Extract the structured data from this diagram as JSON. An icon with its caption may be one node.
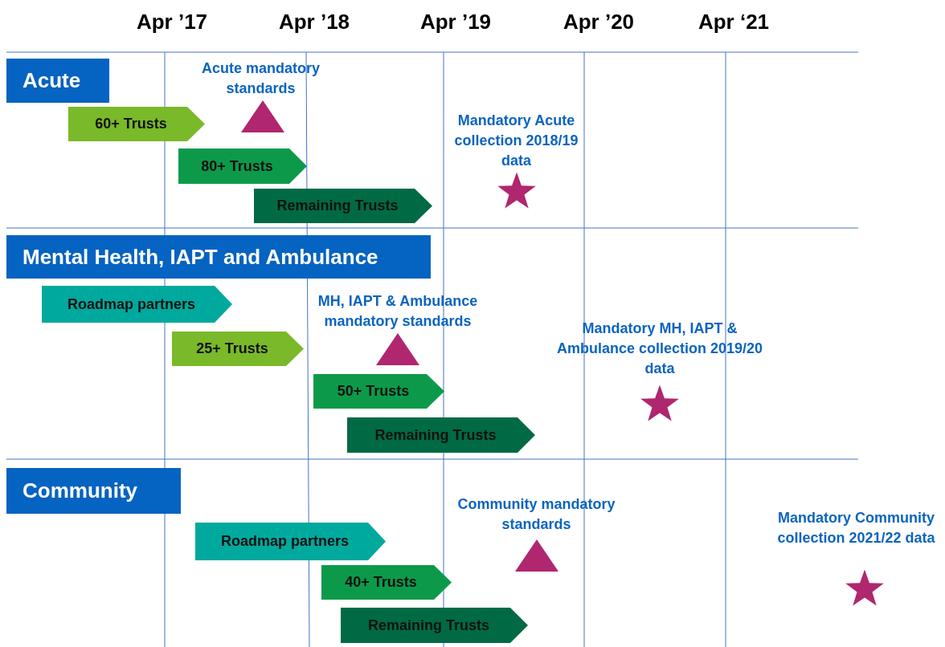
{
  "diagram": {
    "nodes": [
      {
        "text": [
          "Acute"
        ]
      },
      {
        "text": [
          "60+ Trusts"
        ]
      },
      {
        "text": [
          "80+ Trusts"
        ]
      },
      {
        "text": [
          "Remaining Trusts"
        ]
      },
      {
        "text": [],
        "shape": "triangle",
        "beside": [
          "Acute mandatory standards"
        ]
      },
      {
        "text": [],
        "shape": "star",
        "beside": [
          "Mandatory Acute collection 2018/19 data"
        ]
      },
      {
        "text": [
          "Mental Health, IAPT and Ambulance"
        ]
      },
      {
        "text": [
          "Roadmap partners"
        ]
      },
      {
        "text": [
          "25+ Trusts"
        ]
      },
      {
        "text": [],
        "shape": "triangle",
        "beside": [
          "MH, IAPT & Ambulance mandatory standards"
        ]
      },
      {
        "text": [
          "50+ Trusts"
        ]
      },
      {
        "text": [
          "Remaining Trusts"
        ]
      },
      {
        "text": [],
        "shape": "star",
        "beside": [
          "Mandatory MH, IAPT & Ambulance collection 2019/20 data"
        ]
      },
      {
        "text": [
          "Community"
        ]
      },
      {
        "text": [
          "Roadmap partners"
        ]
      },
      {
        "text": [],
        "shape": "triangle",
        "beside": [
          "Community mandatory standards"
        ]
      },
      {
        "text": [
          "40+ Trusts"
        ]
      },
      {
        "text": [
          "Remaining Trusts"
        ]
      },
      {
        "text": [],
        "shape": "star",
        "beside": [
          "Mandatory Community collection 2021/22 data"
        ]
      }
    ],
    "labels": [
      "Apr ’17",
      "Apr ’18",
      "Apr ’19",
      "Apr ’20",
      "Apr ‘21"
    ]
  }
}
